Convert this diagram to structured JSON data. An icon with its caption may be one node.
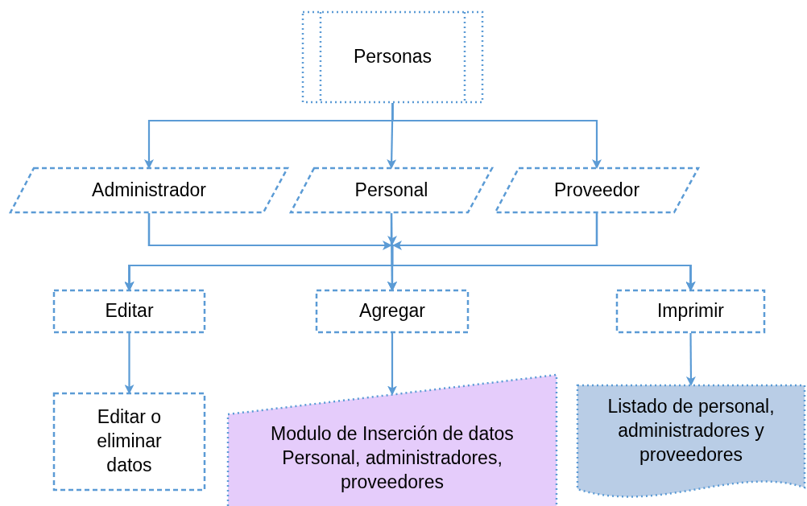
{
  "diagram": {
    "nodes": [
      {
        "text": [
          "Personas"
        ]
      },
      {
        "text": [
          "Administrador"
        ]
      },
      {
        "text": [
          "Personal"
        ]
      },
      {
        "text": [
          "Proveedor"
        ]
      },
      {
        "text": [
          "Editar"
        ]
      },
      {
        "text": [
          "Agregar"
        ]
      },
      {
        "text": [
          "Imprimir"
        ]
      },
      {
        "text": [
          "Editar o eliminar datos"
        ]
      },
      {
        "text": [
          "Modulo de Inserción de datos",
          "Personal, administradores, proveedores"
        ]
      },
      {
        "text": [
          "Listado de personal, administradores y proveedores"
        ]
      }
    ],
    "edges": [
      {
        "from": 0,
        "to": 1,
        "arrow": "to"
      },
      {
        "from": 0,
        "to": 2,
        "arrow": "to"
      },
      {
        "from": 0,
        "to": 3,
        "arrow": "to"
      },
      {
        "from": 1,
        "to": 4,
        "arrow": "to"
      },
      {
        "from": 1,
        "to": 5,
        "arrow": "to"
      },
      {
        "from": 1,
        "to": 6,
        "arrow": "to"
      },
      {
        "from": 2,
        "to": 4,
        "arrow": "to"
      },
      {
        "from": 2,
        "to": 5,
        "arrow": "to"
      },
      {
        "from": 2,
        "to": 6,
        "arrow": "to"
      },
      {
        "from": 3,
        "to": 4,
        "arrow": "to"
      },
      {
        "from": 3,
        "to": 5,
        "arrow": "to"
      },
      {
        "from": 3,
        "to": 6,
        "arrow": "to"
      },
      {
        "from": 4,
        "to": 7,
        "arrow": "to"
      },
      {
        "from": 5,
        "to": 8,
        "arrow": "to"
      },
      {
        "from": 6,
        "to": 9,
        "arrow": "to"
      }
    ]
  }
}
